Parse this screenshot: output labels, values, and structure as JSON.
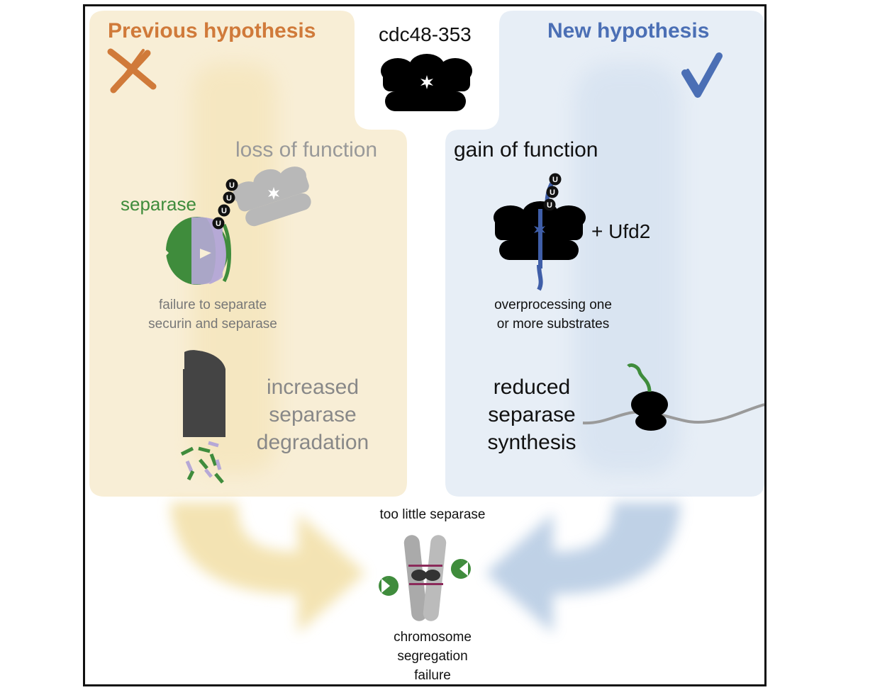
{
  "header": {
    "previous_title": "Previous hypothesis",
    "new_title": "New hypothesis",
    "mutant_label": "cdc48-353"
  },
  "left_panel": {
    "loss_label": "loss of function",
    "separase_label": "separase",
    "caption_line1": "failure to separate",
    "caption_line2": "securin and separase",
    "degradation_line1": "increased",
    "degradation_line2": "separase",
    "degradation_line3": "degradation",
    "ub_letter": "U"
  },
  "right_panel": {
    "gain_label": "gain of function",
    "ufd2_label": "+ Ufd2",
    "caption_line1": "overprocessing one",
    "caption_line2": "or more substrates",
    "synthesis_line1": "reduced",
    "synthesis_line2": "separase",
    "synthesis_line3": "synthesis",
    "ub_letter": "U"
  },
  "bottom": {
    "top_label": "too little separase",
    "failure_line1": "chromosome",
    "failure_line2": "segregation",
    "failure_line3": "failure"
  },
  "colors": {
    "previous_accent": "#d07a3a",
    "new_accent": "#4b6fb5",
    "left_bg": "#f8eed6",
    "right_bg": "#e7eef6",
    "separase_green": "#3f8c3c",
    "securin_purple": "#b6a8d6",
    "cdc48_black": "#000000",
    "grey_complex": "#b8b8b8"
  }
}
